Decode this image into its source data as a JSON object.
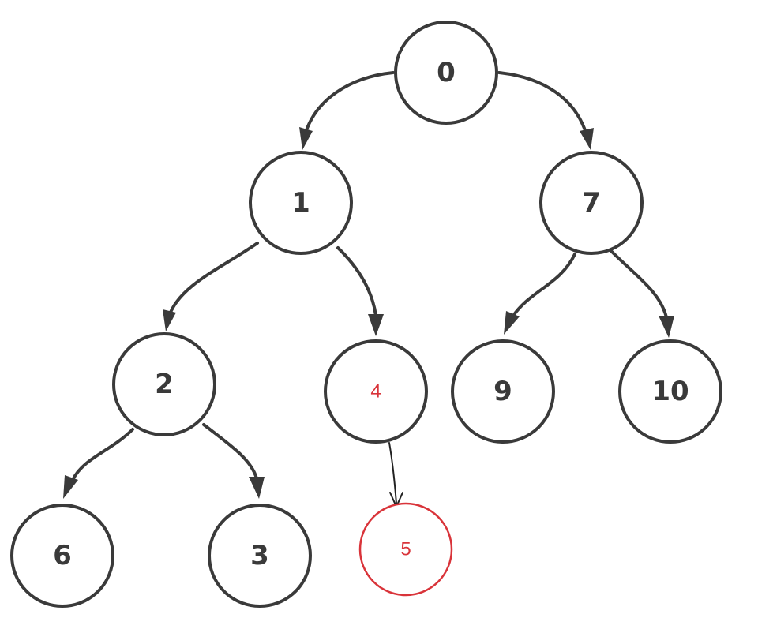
{
  "nodes": [
    {
      "id": "n0",
      "label": "0",
      "color": "#3a3a3a"
    },
    {
      "id": "n1",
      "label": "1",
      "color": "#3a3a3a"
    },
    {
      "id": "n7",
      "label": "7",
      "color": "#3a3a3a"
    },
    {
      "id": "n2",
      "label": "2",
      "color": "#3a3a3a"
    },
    {
      "id": "n4",
      "label": "4",
      "color": "#d9343a"
    },
    {
      "id": "n9",
      "label": "9",
      "color": "#3a3a3a"
    },
    {
      "id": "n10",
      "label": "10",
      "color": "#3a3a3a"
    },
    {
      "id": "n6",
      "label": "6",
      "color": "#3a3a3a"
    },
    {
      "id": "n3",
      "label": "3",
      "color": "#3a3a3a"
    },
    {
      "id": "n5",
      "label": "5",
      "color": "#d9343a"
    }
  ],
  "edges": [
    {
      "from": "0",
      "to": "1"
    },
    {
      "from": "0",
      "to": "7"
    },
    {
      "from": "1",
      "to": "2"
    },
    {
      "from": "1",
      "to": "4"
    },
    {
      "from": "7",
      "to": "9"
    },
    {
      "from": "7",
      "to": "10"
    },
    {
      "from": "2",
      "to": "6"
    },
    {
      "from": "2",
      "to": "3"
    },
    {
      "from": "4",
      "to": "5"
    }
  ],
  "colors": {
    "node_stroke": "#3a3a3a",
    "highlight": "#d9343a",
    "background": "#ffffff"
  }
}
